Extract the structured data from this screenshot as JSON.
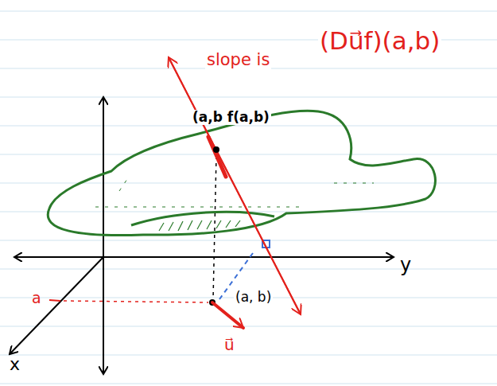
{
  "diagram": {
    "labels": [
      "slope is",
      "(Du⃗f)(a,b)",
      "(a,b f(a,b)",
      "(a, b)",
      "a",
      "u⃗",
      "y",
      "x"
    ]
  }
}
